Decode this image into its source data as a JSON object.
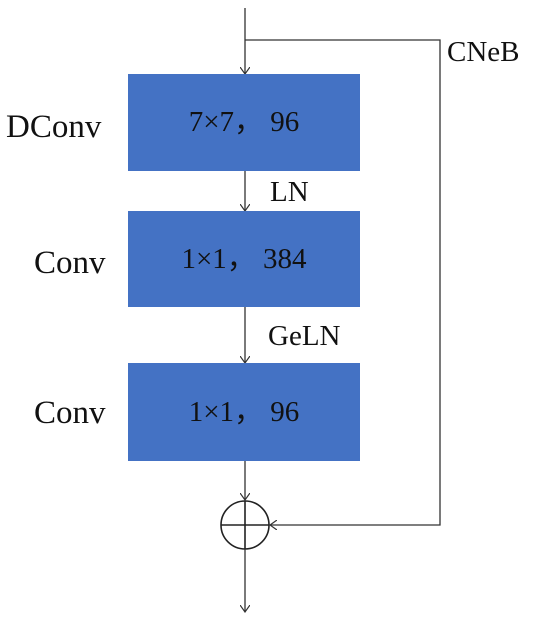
{
  "blocks": [
    {
      "layer": "DConv",
      "spec": "7×7， 96"
    },
    {
      "layer": "Conv",
      "spec": "1×1， 384"
    },
    {
      "layer": "Conv",
      "spec": "1×1， 96"
    }
  ],
  "edge_labels": {
    "after_block_1": "LN",
    "after_block_2": "GeLN"
  },
  "block_name": "CNeB",
  "colors": {
    "block_fill": "#4472c4",
    "lines": "#333333"
  }
}
